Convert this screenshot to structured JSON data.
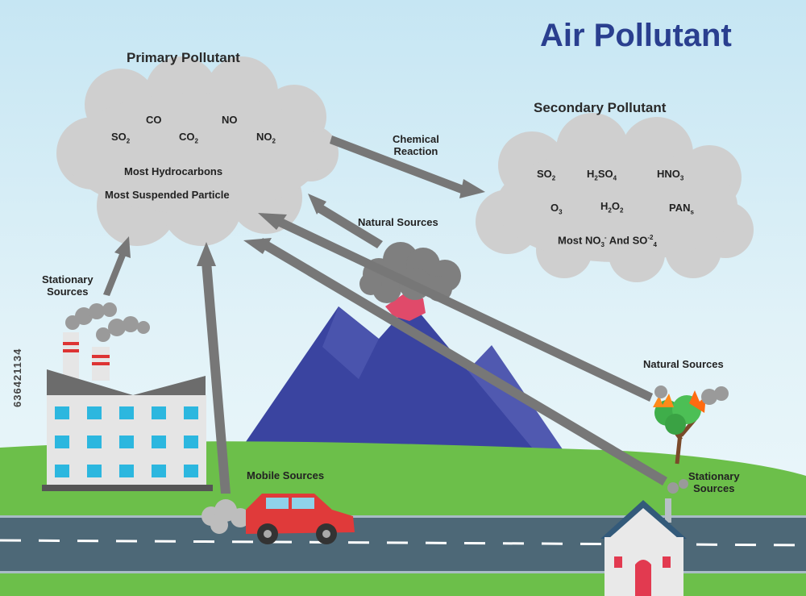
{
  "title": "Air Pollutant",
  "primary": {
    "heading": "Primary Pollutant",
    "items": [
      "CO",
      "NO",
      "Most Hydrocarbons",
      "Most Suspended Particle"
    ]
  },
  "secondary": {
    "heading": "Secondary Pollutant",
    "items": [
      "Most NO",
      "And SO"
    ]
  },
  "arrow_labels": {
    "chemical_reaction": [
      "Chemical",
      "Reaction"
    ]
  },
  "sources": {
    "stationary_left": [
      "Stationary",
      "Sources"
    ],
    "natural_volcano": "Natural Sources",
    "natural_tree": "Natural Sources",
    "mobile": "Mobile Sources",
    "stationary_right": [
      "Stationary",
      "Sources"
    ]
  },
  "stock_id": "636421134",
  "colors": {
    "title": "#2a3f8f",
    "cloud": "#cfcfcf",
    "mountain": "#3a44a0",
    "grass": "#6cbf4a",
    "road": "#4d6877",
    "car": "#e03a3a",
    "arrow": "#777777"
  }
}
